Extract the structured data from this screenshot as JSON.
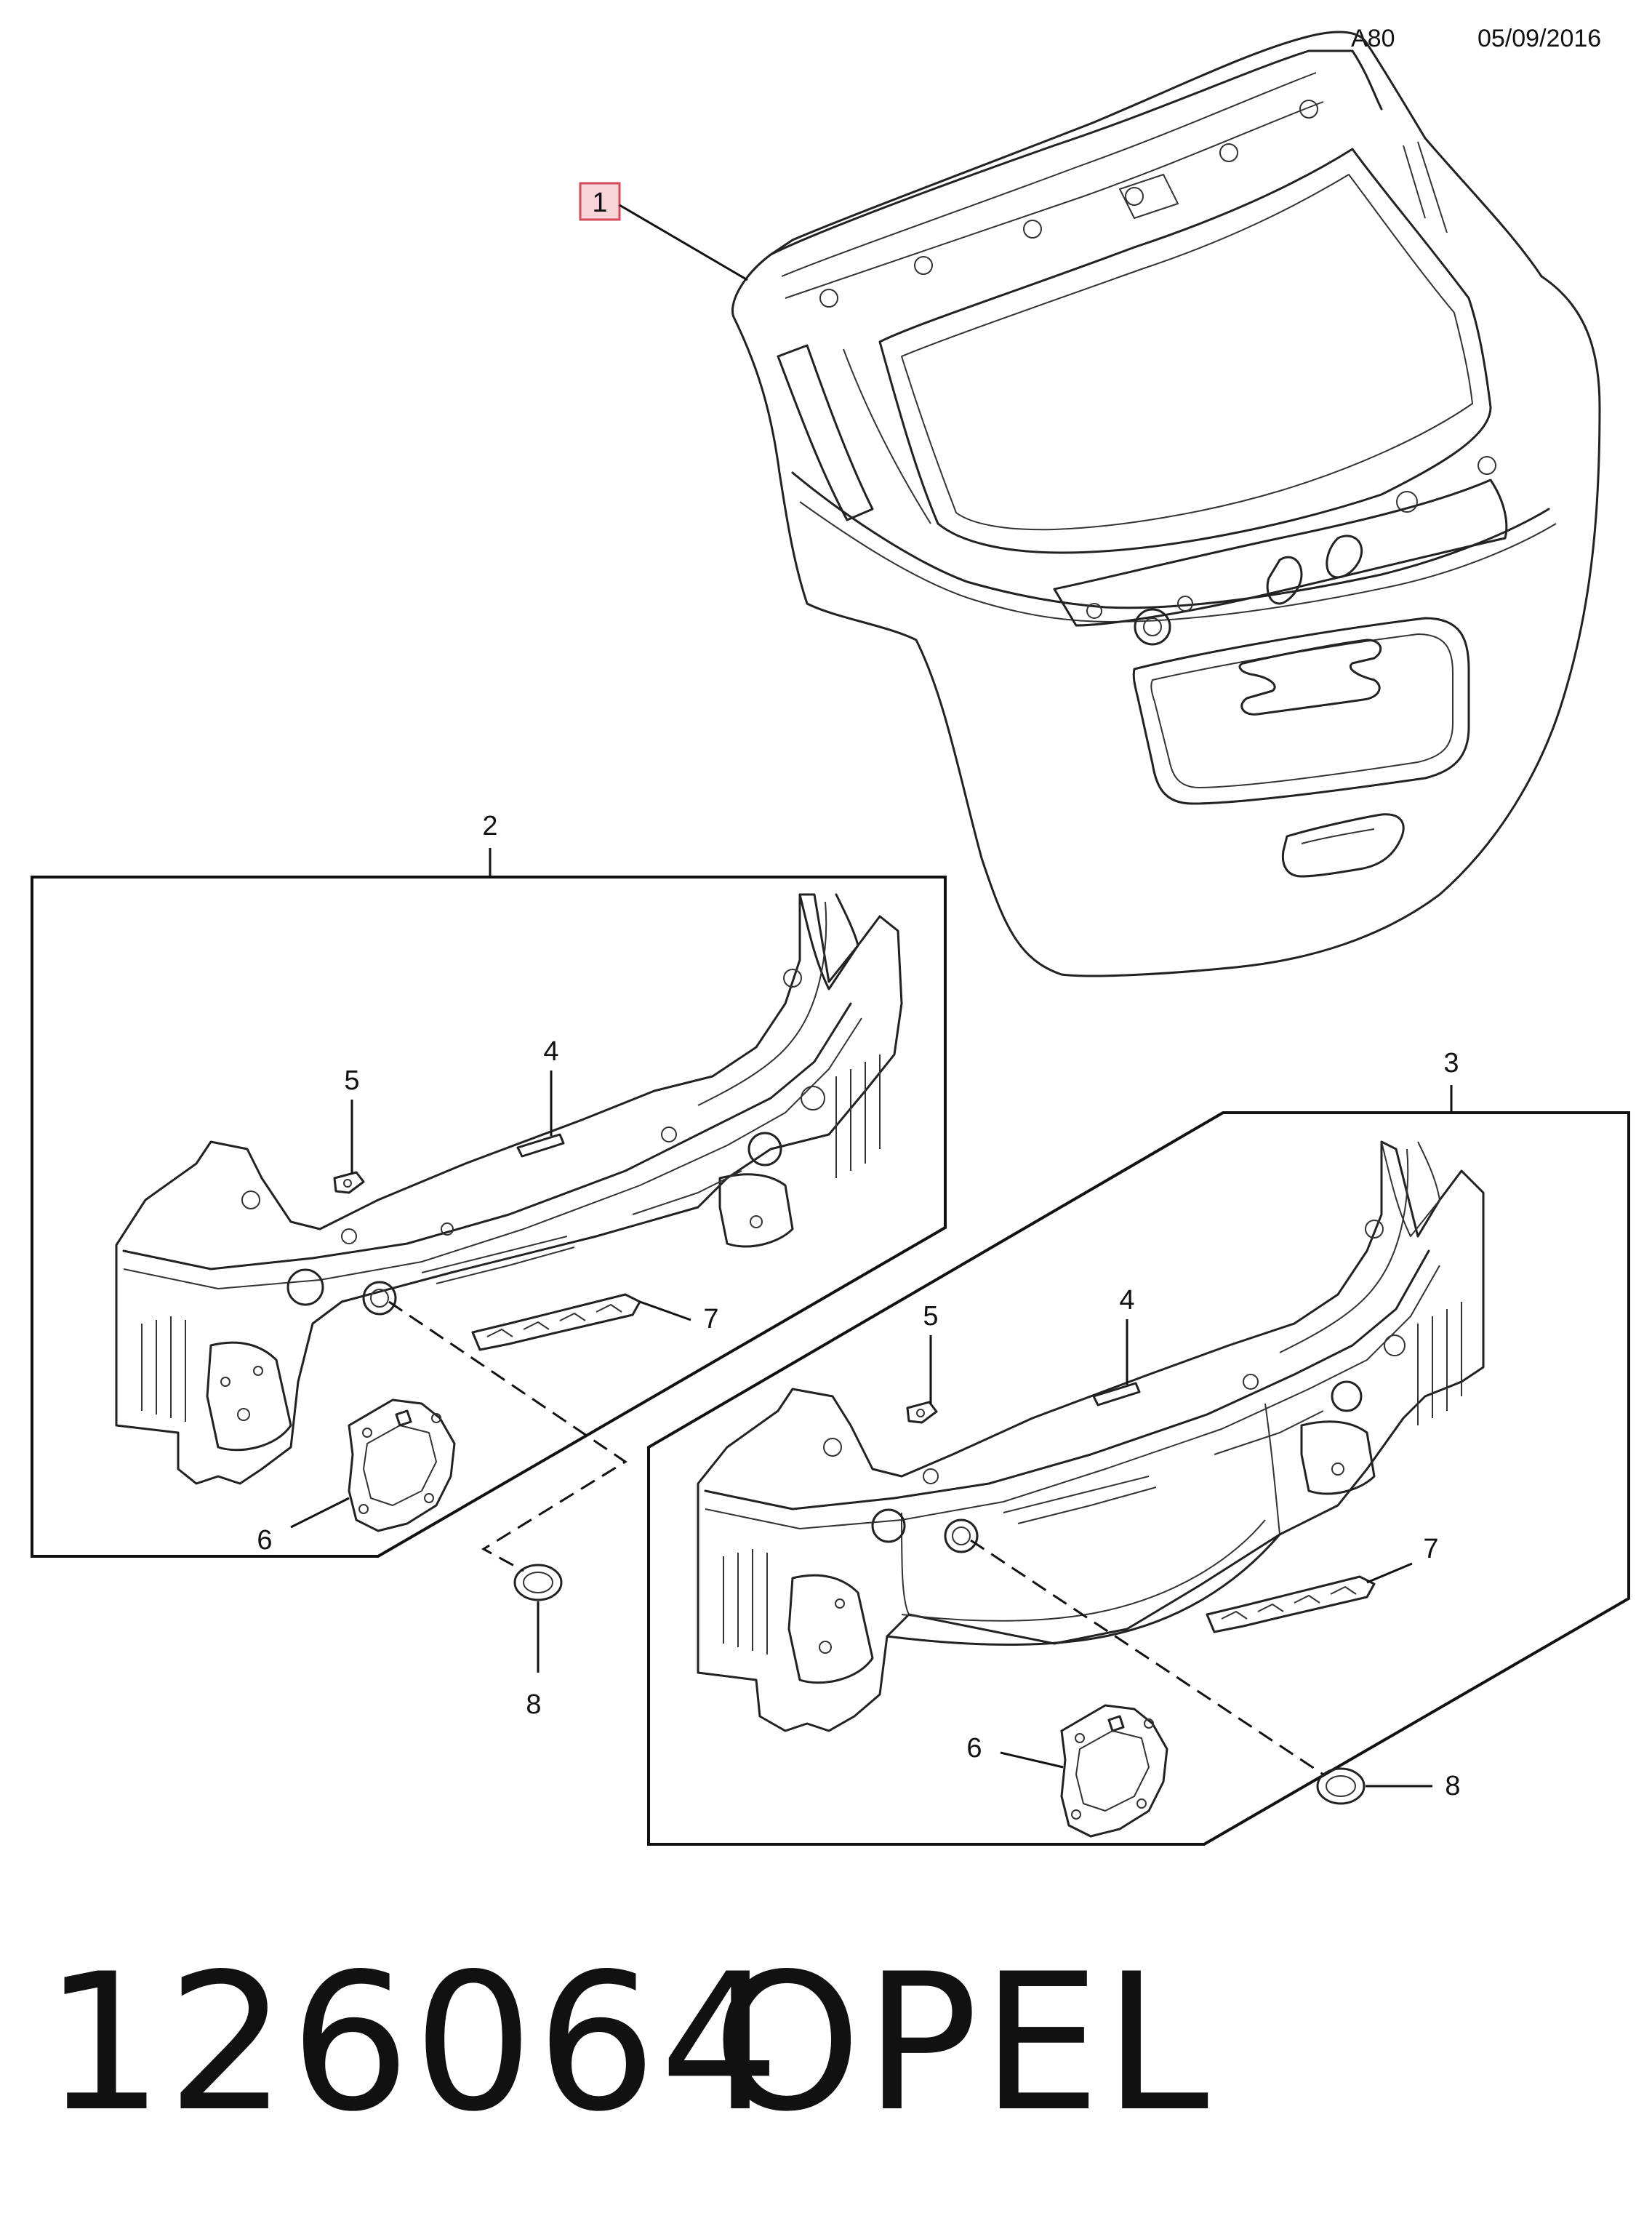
{
  "header": {
    "code": "A80",
    "date": "05/09/2016"
  },
  "callouts": {
    "part1": "1",
    "part2": "2",
    "part3": "3",
    "assy2": {
      "p4": "4",
      "p5": "5",
      "p6": "6",
      "p7": "7",
      "p8": "8"
    },
    "assy3": {
      "p4": "4",
      "p5": "5",
      "p6": "6",
      "p7": "7",
      "p8": "8"
    }
  },
  "footer": {
    "number": "126064",
    "brand": "OPEL"
  },
  "colors": {
    "highlight_fill": "#f7d4d8",
    "highlight_stroke": "#d24a5a",
    "line": "#222222"
  }
}
